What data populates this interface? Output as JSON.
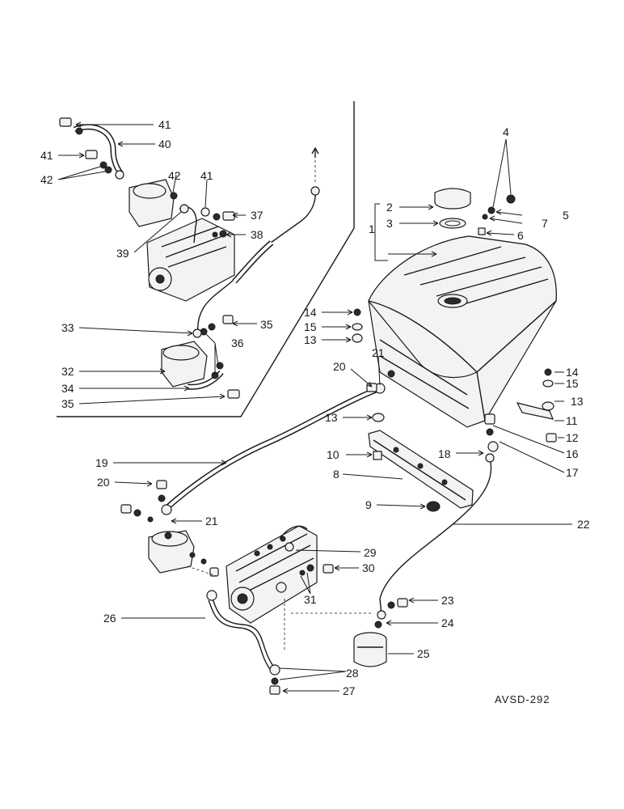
{
  "drawing_code": "AVSD-292",
  "callouts": {
    "c1": "1",
    "c2": "2",
    "c3": "3",
    "c4": "4",
    "c5": "5",
    "c6": "6",
    "c7": "7",
    "c8": "8",
    "c9": "9",
    "c10": "10",
    "c11": "11",
    "c12": "12",
    "c13": "13",
    "c14": "14",
    "c15": "15",
    "c16": "16",
    "c17": "17",
    "c18": "18",
    "c19": "19",
    "c20": "20",
    "c21": "21",
    "c22": "22",
    "c23": "23",
    "c24": "24",
    "c25": "25",
    "c26": "26",
    "c27": "27",
    "c28": "28",
    "c29": "29",
    "c30": "30",
    "c31": "31",
    "c32": "32",
    "c33": "33",
    "c34": "34",
    "c35": "35",
    "c36": "36",
    "c37": "37",
    "c38": "38",
    "c39": "39",
    "c40": "40",
    "c41": "41",
    "c42": "42"
  }
}
